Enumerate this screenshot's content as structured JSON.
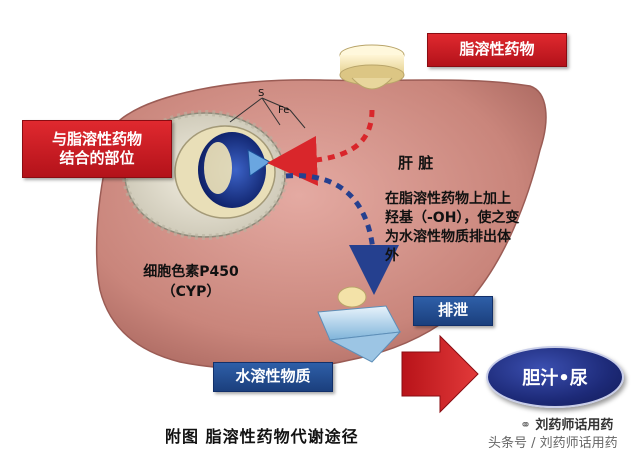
{
  "labels": {
    "lipophilic_drug": "脂溶性药物",
    "binding_site": "与脂溶性药物\n结合的部位",
    "liver": "肝 脏",
    "reaction_note": "在脂溶性药物上加上\n羟基（-OH），使之变\n为水溶性物质排出体\n外",
    "cyp": "细胞色素P450\n（CYP）",
    "excretion": "排泄",
    "water_soluble": "水溶性物质",
    "bile_urine": "胆汁•尿",
    "fe_text": "Fe",
    "s_text": "S"
  },
  "caption": "附图  脂溶性药物代谢途径",
  "watermark": {
    "line1": "刘药师话用药",
    "line2": "头条号 / 刘药师话用药"
  },
  "colors": {
    "liver": "#c8857c",
    "red_box": "#c4161c",
    "blue_box": "#23498f",
    "red_arrow": "#d9262b",
    "blue_arrow": "#25408f",
    "oval": "#1d2a78"
  }
}
